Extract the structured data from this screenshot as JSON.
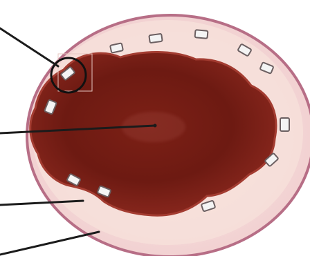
{
  "diagram": {
    "colors": {
      "background": "#ffffff",
      "outer_rim": "#b76e86",
      "outer_fill": "#f6dcd5",
      "inner_fill": "#f9e9e3",
      "lumen_dark": "#6d1a12",
      "lumen_mid": "#8f2a20",
      "lumen_edge": "#a33c31",
      "cell_fill": "#f4f4f4",
      "cell_stroke": "#6b5f61",
      "pointer": "#1b1b1b",
      "highlight_ring": "#111111"
    },
    "labels": [
      {
        "id": "pointer-top-left",
        "text": ""
      },
      {
        "id": "pointer-center",
        "text": ""
      },
      {
        "id": "pointer-lower",
        "text": ""
      },
      {
        "id": "pointer-bottom",
        "text": ""
      }
    ]
  }
}
